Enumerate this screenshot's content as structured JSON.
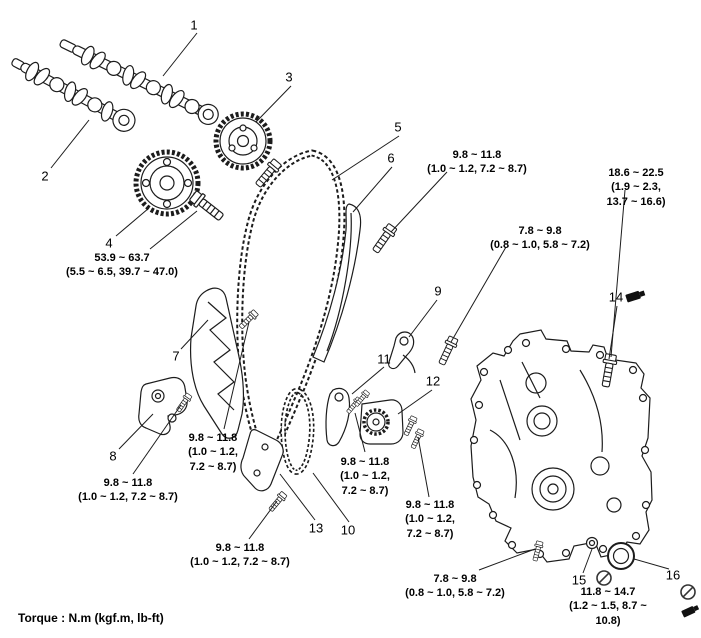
{
  "figure": {
    "footer": "Torque : N.m (kgf.m, lb-ft)"
  },
  "callouts": [
    {
      "id": "1"
    },
    {
      "id": "2"
    },
    {
      "id": "3"
    },
    {
      "id": "4"
    },
    {
      "id": "5"
    },
    {
      "id": "6"
    },
    {
      "id": "7"
    },
    {
      "id": "8"
    },
    {
      "id": "9"
    },
    {
      "id": "10"
    },
    {
      "id": "11"
    },
    {
      "id": "12"
    },
    {
      "id": "13"
    },
    {
      "id": "14"
    },
    {
      "id": "15"
    },
    {
      "id": "16"
    }
  ],
  "torque_labels": [
    {
      "text": "9.8 ~ 11.8\n(1.0 ~ 1.2, 7.2 ~ 8.7)"
    },
    {
      "text": "7.8 ~ 9.8\n(0.8 ~ 1.0, 5.8 ~ 7.2)"
    },
    {
      "text": "18.6 ~ 22.5\n(1.9 ~ 2.3, 13.7 ~ 16.6)"
    },
    {
      "text": "53.9 ~ 63.7\n(5.5 ~ 6.5, 39.7 ~ 47.0)"
    },
    {
      "text": "9.8 ~ 11.8\n(1.0 ~ 1.2,\n7.2 ~ 8.7)"
    },
    {
      "text": "9.8 ~ 11.8\n(1.0 ~ 1.2, 7.2 ~ 8.7)"
    },
    {
      "text": "9.8 ~ 11.8\n(1.0 ~ 1.2,\n7.2 ~ 8.7)"
    },
    {
      "text": "9.8 ~ 11.8\n(1.0 ~ 1.2,\n7.2 ~ 8.7)"
    },
    {
      "text": "9.8 ~ 11.8\n(1.0 ~ 1.2, 7.2 ~ 8.7)"
    },
    {
      "text": "7.8 ~ 9.8\n(0.8 ~ 1.0, 5.8 ~ 7.2)"
    },
    {
      "text": "11.8 ~ 14.7\n(1.2 ~ 1.5, 8.7 ~ 10.8)"
    }
  ]
}
